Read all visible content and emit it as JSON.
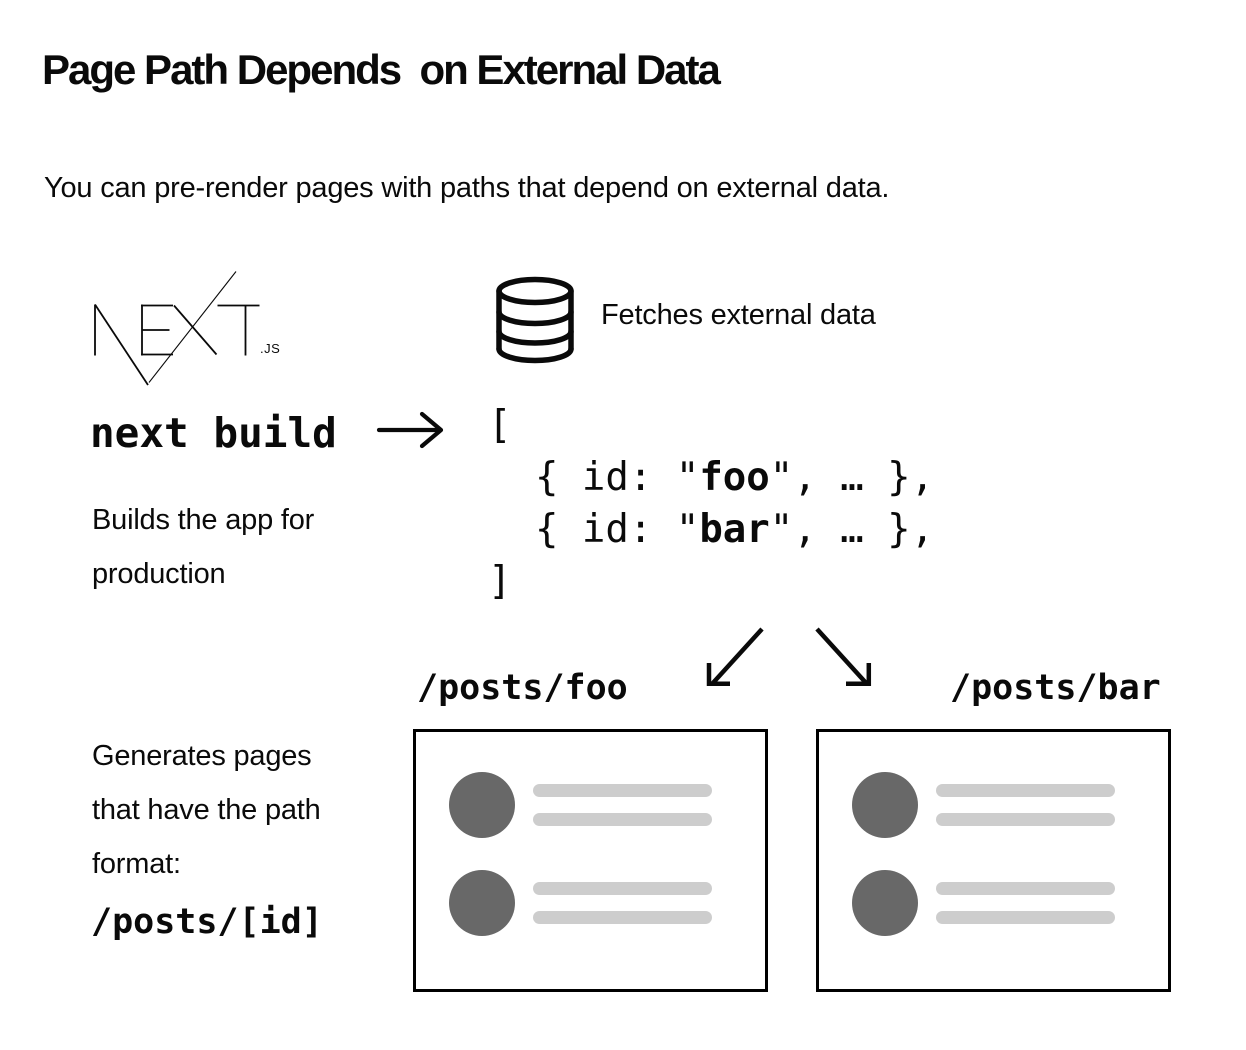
{
  "page": {
    "title": "Page Path Depends  on External Data",
    "subtitle": "You can pre-render pages with paths that depend on external data."
  },
  "build_step": {
    "logo_name": "Next.js",
    "logo_suffix": ".JS",
    "command": "next build",
    "description": "Builds the app for production"
  },
  "fetch_step": {
    "label": "Fetches external data",
    "result_lines": [
      [
        {
          "text": "["
        }
      ],
      [
        {
          "text": "  { id: \""
        },
        {
          "text": "foo",
          "bold": true
        },
        {
          "text": "\", … },"
        }
      ],
      [
        {
          "text": "  { id: \""
        },
        {
          "text": "bar",
          "bold": true
        },
        {
          "text": "\", … },"
        }
      ],
      [
        {
          "text": "]"
        }
      ]
    ]
  },
  "routes": {
    "left": "/posts/foo",
    "right": "/posts/bar"
  },
  "generate_step": {
    "description": "Generates pages that have the path format:",
    "path_format": "/posts/[id]"
  },
  "icons": {
    "fetch": "database-icon",
    "build_arrow": "arrow-right-icon",
    "route_left_arrow": "arrow-down-left-icon",
    "route_right_arrow": "arrow-down-right-icon"
  },
  "colors": {
    "background": "#ffffff",
    "text": "#0a0a0a",
    "card_border": "#000000",
    "avatar_circle": "#686868",
    "placeholder_bar": "#cdcdcd"
  }
}
